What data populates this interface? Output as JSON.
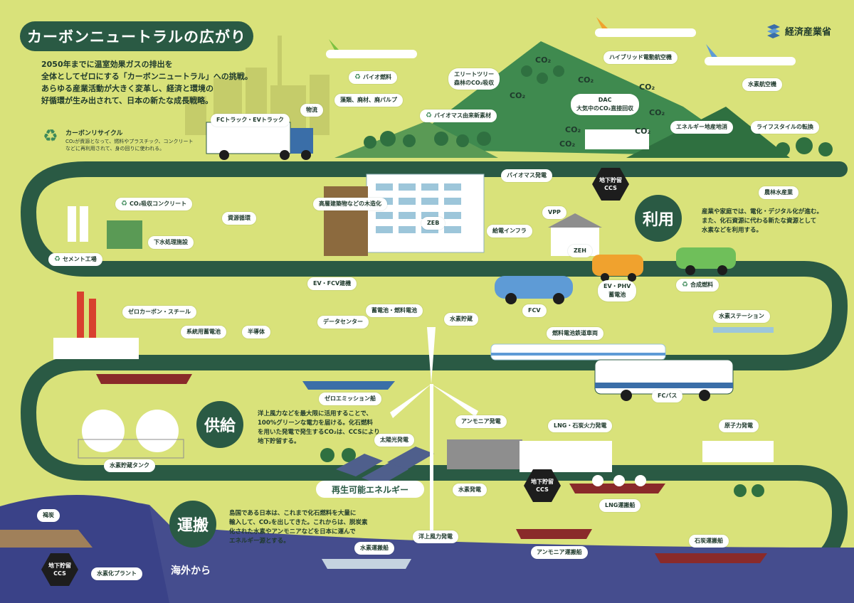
{
  "title": "カーボンニュートラルの広がり",
  "intro_lines": [
    "2050年までに温室効果ガスの排出を",
    "全体としてゼロにする「カーボンニュートラル」への挑戦。",
    "あらゆる産業活動が大きく変革し、経済と環境の",
    "好循環が生み出されて、日本の新たな成長戦略。"
  ],
  "carbon_recycle": {
    "title": "カーボンリサイクル",
    "desc": "CO₂が資源となって、燃料やプラスチック、コンクリートなどに再利用されて、身の回りに使われる。"
  },
  "logo": "経済産業省",
  "co2_text": "CO₂",
  "ccs_hex_text": "地下貯留\nCCS",
  "sections": {
    "use": {
      "title": "利用",
      "desc_lines": [
        "産業や家庭では、電化・デジタル化が進む。",
        "また、化石資源に代わる新たな資源として",
        "水素などを利用する。"
      ]
    },
    "supply": {
      "title": "供給",
      "desc_lines": [
        "洋上風力などを最大限に活用することで、",
        "100%グリーンな電力を届ける。化石燃料",
        "を用いた発電で発生するCO₂は、CCSにより",
        "地下貯留する。"
      ]
    },
    "transport": {
      "title": "運搬",
      "desc_lines": [
        "島国である日本は、これまで化石燃料を大量に",
        "輸入して、CO₂を出してきた。これからは、脱炭素",
        "化された水素やアンモニアなどを日本に運んで",
        "エネルギー源とする。"
      ]
    }
  },
  "renewable_label": "再生可能エネルギー",
  "overseas_label": "海外から",
  "labels": {
    "biofuel": "バイオ燃料",
    "algae": "藻類、廃材、廃パルプ",
    "biomass_material": "バイオマス由来新素材",
    "elite_tree": "エリートツリー\n森林のCO₂吸収",
    "hybrid_plane": "ハイブリッド電動航空機",
    "hydrogen_plane": "水素航空機",
    "dac": "DAC\n大気中のCO₂直接回収",
    "geothermal": "エネルギー地産地消",
    "lifestyle": "ライフスタイルの転換",
    "fc_truck": "FCトラック・EVトラック",
    "logistics": "物流",
    "biomass_power": "バイオマス発電",
    "agri": "農林水産業",
    "co2_concrete": "CO₂吸収コンクリート",
    "wood_building": "高層建築物などの木造化",
    "resource_cycle": "資源循環",
    "sewage": "下水処理施設",
    "cement": "セメント工場",
    "zeb": "ZEB",
    "vpp": "VPP",
    "charging": "給電インフラ",
    "zeh": "ZEH",
    "ev_fcv_machine": "EV・FCV建機",
    "fcv": "FCV",
    "ev_phv": "EV・PHV\n蓄電池",
    "synfuel": "合成燃料",
    "battery_fuelcell": "蓄電池・燃料電池",
    "hydrogen_storage_small": "水素貯蔵",
    "fc_train": "燃料電池鉄道車両",
    "h2_station": "水素ステーション",
    "zero_carbon_steel": "ゼロカーボン・スチール",
    "grid_battery": "系統用蓄電池",
    "semiconductor": "半導体",
    "datacenter": "データセンター",
    "zero_emission_ship": "ゼロエミッション船",
    "fc_bus": "FCバス",
    "h2_tank": "水素貯蔵タンク",
    "solar": "太陽光発電",
    "ammonia_power": "アンモニア発電",
    "lng_coal_power": "LNG・石炭火力発電",
    "nuclear": "原子力発電",
    "h2_power": "水素発電",
    "lng_ship": "LNG運搬船",
    "offshore_wind": "洋上風力発電",
    "h2_ship": "水素運搬船",
    "ammonia_ship": "アンモニア運搬船",
    "coal_ship": "石炭運搬船",
    "coal_mine": "褐炭",
    "h2_plant": "水素化プラント"
  },
  "colors": {
    "background": "#d9e27a",
    "road": "#2a5a44",
    "mountain": "#3f8a4f",
    "sea": "#454d8e",
    "accent_green": "#3e8a5a",
    "dark_text": "#1f3a2c"
  }
}
